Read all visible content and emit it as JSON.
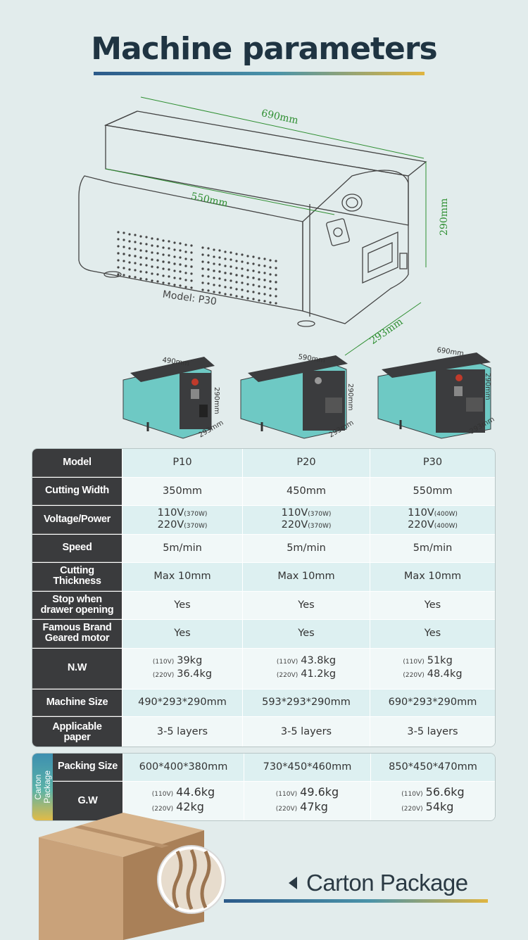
{
  "page": {
    "title": "Machine parameters"
  },
  "diagram": {
    "dim_length": "690mm",
    "dim_inner": "550mm",
    "dim_height": "290mm",
    "dim_depth": "293mm",
    "model_label": "Model:  P30",
    "variants": [
      {
        "width": "490mm",
        "height": "290mm",
        "depth": "293mm"
      },
      {
        "width": "590mm",
        "height": "290mm",
        "depth": "293mm"
      },
      {
        "width": "690mm",
        "height": "290mm",
        "depth": "293mm"
      }
    ],
    "colors": {
      "outline": "#444444",
      "dimension": "#2f8f32",
      "body_teal": "#6ec9c4",
      "body_dark": "#3b3c3e"
    }
  },
  "spec_table": {
    "header_label": "Model",
    "models": [
      "P10",
      "P20",
      "P30"
    ],
    "rows": {
      "cutting_width": {
        "label": "Cutting Width",
        "values": [
          "350mm",
          "450mm",
          "550mm"
        ]
      },
      "voltage": {
        "label": "Voltage/Power",
        "values": [
          {
            "v1": "110V",
            "w1": "(370W)",
            "v2": "220V",
            "w2": "(370W)"
          },
          {
            "v1": "110V",
            "w1": "(370W)",
            "v2": "220V",
            "w2": "(370W)"
          },
          {
            "v1": "110V",
            "w1": "(400W)",
            "v2": "220V",
            "w2": "(400W)"
          }
        ]
      },
      "speed": {
        "label": "Speed",
        "values": [
          "5m/min",
          "5m/min",
          "5m/min"
        ]
      },
      "thickness": {
        "label_1": "Cutting",
        "label_2": "Thickness",
        "values": [
          "Max 10mm",
          "Max 10mm",
          "Max 10mm"
        ]
      },
      "stop": {
        "label_1": "Stop when",
        "label_2": "drawer opening",
        "values": [
          "Yes",
          "Yes",
          "Yes"
        ]
      },
      "motor": {
        "label_1": "Famous Brand",
        "label_2": "Geared motor",
        "values": [
          "Yes",
          "Yes",
          "Yes"
        ]
      },
      "nw": {
        "label": "N.W",
        "values": [
          {
            "p1": "(110V)",
            "w1": "39kg",
            "p2": "(220V)",
            "w2": "36.4kg"
          },
          {
            "p1": "(110V)",
            "w1": "43.8kg",
            "p2": "(220V)",
            "w2": "41.2kg"
          },
          {
            "p1": "(110V)",
            "w1": "51kg",
            "p2": "(220V)",
            "w2": "48.4kg"
          }
        ]
      },
      "machine_size": {
        "label": "Machine Size",
        "values": [
          "490*293*290mm",
          "593*293*290mm",
          "690*293*290mm"
        ]
      },
      "paper": {
        "label_1": "Applicable",
        "label_2": "paper",
        "values": [
          "3-5 layers",
          "3-5 layers",
          "3-5 layers"
        ]
      }
    }
  },
  "pack_table": {
    "side_label_1": "Carton",
    "side_label_2": "Package",
    "packing_size": {
      "label": "Packing Size",
      "values": [
        "600*400*380mm",
        "730*450*460mm",
        "850*450*470mm"
      ]
    },
    "gw": {
      "label": "G.W",
      "values": [
        {
          "p1": "(110V)",
          "w1": "44.6kg",
          "p2": "(220V)",
          "w2": "42kg"
        },
        {
          "p1": "(110V)",
          "w1": "49.6kg",
          "p2": "(220V)",
          "w2": "47kg"
        },
        {
          "p1": "(110V)",
          "w1": "56.6kg",
          "p2": "(220V)",
          "w2": "54kg"
        }
      ]
    }
  },
  "carton": {
    "label": "Carton Package",
    "colors": {
      "box": "#c9a27a",
      "box_dark": "#a98058",
      "accent": "#4a93a9"
    }
  }
}
